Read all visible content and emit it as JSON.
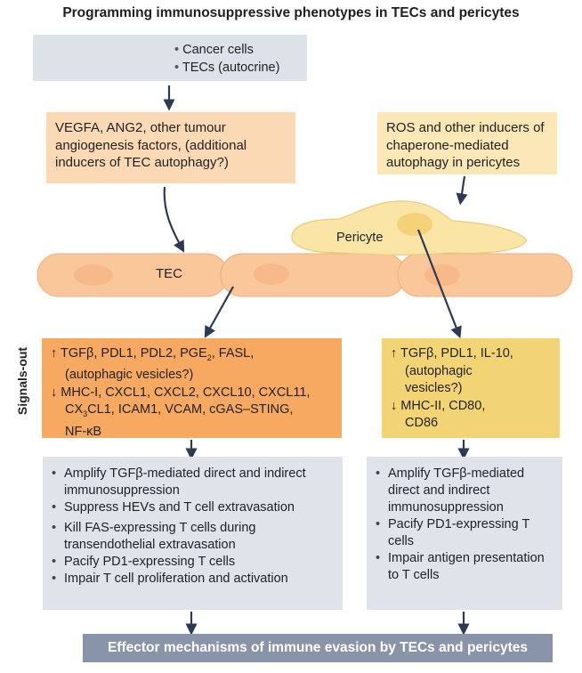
{
  "title": "Programming immunosuppressive phenotypes in TECs and pericytes",
  "sources": [
    "Cancer cells",
    "TECs (autocrine)"
  ],
  "inducers_left": "VEGFA, ANG2, other tumour angiogenesis factors, (additional inducers of TEC autophagy?)",
  "inducers_right": "ROS and other inducers of chaperone-mediated autophagy in pericytes",
  "cell_labels": {
    "tec": "TEC",
    "pericyte": "Pericyte"
  },
  "side_label": "Signals-out",
  "signals_left": {
    "up_pre": "↑ TGFβ, PDL1, PDL2, PGE",
    "up_sub": "2",
    "up_post": ", FASL,",
    "up_line2": "(autophagic vesicles?)",
    "down_line1": "↓ MHC-I, CXCL1, CXCL2, CXCL10, CXCL11,",
    "down_pre": "CX",
    "down_sub": "3",
    "down_post": "CL1, ICAM1, VCAM, cGAS–STING,",
    "down_line3": "NF-κB"
  },
  "signals_right": {
    "up_line1": "↑ TGFβ, PDL1, IL-10,",
    "up_line2": "(autophagic",
    "up_line3": "vesicles?)",
    "down_line1": "↓ MHC-II, CD80,",
    "down_line2": "CD86"
  },
  "effects_left": [
    "Amplify TGFβ-mediated direct and indirect immunosuppression",
    "Suppress HEVs and T cell extravasation",
    "Kill FAS-expressing T cells during transendothelial extravasation",
    "Pacify PD1-expressing T cells",
    "Impair T cell proliferation and activation"
  ],
  "effects_right": [
    "Amplify TGFβ-mediated direct and indirect immunosuppression",
    "Pacify PD1-expressing T cells",
    "Impair antigen presentation to T cells"
  ],
  "footer": "Effector mechanisms of immune evasion by TECs and pericytes",
  "colors": {
    "orange_light": "#fbd9b4",
    "yellow_light": "#fbe7b5",
    "orange": "#f7a861",
    "yellow": "#f3d474",
    "gray": "#dfe3ea",
    "footer": "#8a94a8",
    "cell": "#f9c79a",
    "arrow": "#2e3a52"
  }
}
